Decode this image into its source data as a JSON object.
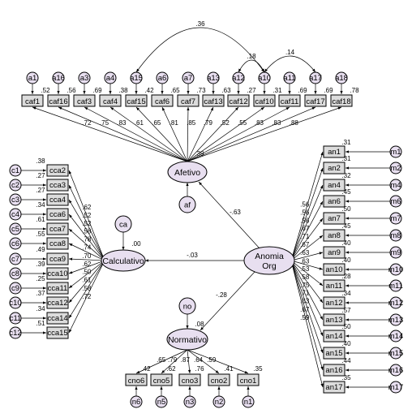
{
  "latents": {
    "afetivo": "Afetivo",
    "calculativo": "Calculativo",
    "normativo": "Normativo",
    "anomia": [
      "Anomia",
      "Org"
    ],
    "af": "af",
    "ca": "ca",
    "no": "no"
  },
  "structural": {
    "afetivo": "-.63",
    "calculativo": "-.03",
    "normativo": "-.28"
  },
  "r2": {
    "afetivo": ".39",
    "calculativo": ".00",
    "normativo": ".08"
  },
  "covariances": {
    "a15_a10": ".36",
    "a12_a10": ".18",
    "a10_a17": ".14"
  },
  "top": [
    {
      "box": "caf1",
      "err": "a1",
      "r2": ".52",
      "load": ".72"
    },
    {
      "box": "caf16",
      "err": "a16",
      "r2": ".56",
      "load": ".75"
    },
    {
      "box": "caf3",
      "err": "a3",
      "r2": ".69",
      "load": ".83"
    },
    {
      "box": "caf4",
      "err": "a4",
      "r2": ".38",
      "load": ".61"
    },
    {
      "box": "caf15",
      "err": "a15",
      "r2": ".42",
      "load": ".65"
    },
    {
      "box": "caf6",
      "err": "a6",
      "r2": ".65",
      "load": ".81"
    },
    {
      "box": "caf7",
      "err": "a7",
      "r2": ".73",
      "load": ".85"
    },
    {
      "box": "caf13",
      "err": "a13",
      "r2": ".63",
      "load": ".79"
    },
    {
      "box": "caf12",
      "err": "a12",
      "r2": ".27",
      "load": ".52"
    },
    {
      "box": "caf10",
      "err": "a10",
      "r2": ".31",
      "load": ".55"
    },
    {
      "box": "caf11",
      "err": "a11",
      "r2": ".69",
      "load": ".83"
    },
    {
      "box": "caf17",
      "err": "a17",
      "r2": ".69",
      "load": ".83"
    },
    {
      "box": "caf18",
      "err": "a18",
      "r2": ".78",
      "load": ".88"
    }
  ],
  "left": [
    {
      "box": "cca2",
      "err": "c1",
      "r2": ".38",
      "load": ".62"
    },
    {
      "box": "cca3",
      "err": "c2",
      "r2": ".27",
      "load": ".52"
    },
    {
      "box": "cca4",
      "err": "c3",
      "r2": ".27",
      "load": ".52"
    },
    {
      "box": "cca6",
      "err": "c4",
      "r2": ".34",
      "load": ".58"
    },
    {
      "box": "cca7",
      "err": "c5",
      "r2": ".61",
      "load": ".78"
    },
    {
      "box": "cca8",
      "err": "c6",
      "r2": ".55",
      "load": ".74"
    },
    {
      "box": "cca9",
      "err": "c7",
      "r2": ".49",
      "load": ".70"
    },
    {
      "box": "cca10",
      "err": "c8",
      "r2": ".39",
      "load": ".62"
    },
    {
      "box": "cca11",
      "err": "c9",
      "r2": ".25",
      "load": ".50"
    },
    {
      "box": "cca12",
      "err": "c10",
      "r2": ".37",
      "load": ".61"
    },
    {
      "box": "cca14",
      "err": "c11",
      "r2": ".34",
      "load": ".58"
    },
    {
      "box": "cca15",
      "err": "c12",
      "r2": ".51",
      "load": ".72"
    }
  ],
  "bottom": [
    {
      "box": "cno6",
      "err": "n6",
      "r2": ".42",
      "load": ".65"
    },
    {
      "box": "cno5",
      "err": "n5",
      "r2": ".62",
      "load": ".79"
    },
    {
      "box": "cno3",
      "err": "n3",
      "r2": ".76",
      "load": ".87"
    },
    {
      "box": "cno2",
      "err": "n2",
      "r2": ".41",
      "load": ".64"
    },
    {
      "box": "cno1",
      "err": "n1",
      "r2": ".35",
      "load": ".59"
    }
  ],
  "right": [
    {
      "box": "an1",
      "err": "m1",
      "r2": ".31",
      "load": ".56"
    },
    {
      "box": "an2",
      "err": "m2",
      "r2": ".31",
      "load": ".56"
    },
    {
      "box": "an4",
      "err": "m4",
      "r2": ".32",
      "load": ".56"
    },
    {
      "box": "an6",
      "err": "m6",
      "r2": ".45",
      "load": ".67"
    },
    {
      "box": "an7",
      "err": "m7",
      "r2": ".50",
      "load": ".71"
    },
    {
      "box": "an8",
      "err": "m8",
      "r2": ".45",
      "load": ".67"
    },
    {
      "box": "an9",
      "err": "m9",
      "r2": ".40",
      "load": ".63"
    },
    {
      "box": "an10",
      "err": "m10",
      "r2": ".40",
      "load": ".63"
    },
    {
      "box": "an11",
      "err": "m11",
      "r2": ".28",
      "load": ".53"
    },
    {
      "box": "an12",
      "err": "m12",
      "r2": ".34",
      "load": ".58"
    },
    {
      "box": "an13",
      "err": "m13",
      "r2": ".57",
      "load": ".75"
    },
    {
      "box": "an14",
      "err": "m14",
      "r2": ".50",
      "load": ".71"
    },
    {
      "box": "an15",
      "err": "m15",
      "r2": ".40",
      "load": ".63"
    },
    {
      "box": "an16",
      "err": "m16",
      "r2": ".44",
      "load": ".67"
    },
    {
      "box": "an17",
      "err": "m17",
      "r2": ".35",
      "load": ".59"
    }
  ]
}
